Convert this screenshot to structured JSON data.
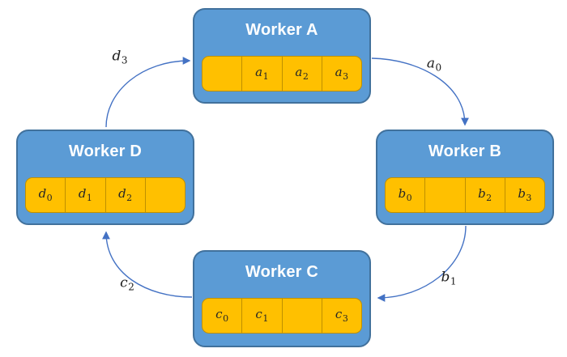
{
  "diagram": {
    "workers": [
      {
        "id": "A",
        "title": "Worker A",
        "cells": [
          {
            "base": "",
            "sub": ""
          },
          {
            "base": "a",
            "sub": "1"
          },
          {
            "base": "a",
            "sub": "2"
          },
          {
            "base": "a",
            "sub": "3"
          }
        ]
      },
      {
        "id": "B",
        "title": "Worker B",
        "cells": [
          {
            "base": "b",
            "sub": "0"
          },
          {
            "base": "",
            "sub": ""
          },
          {
            "base": "b",
            "sub": "2"
          },
          {
            "base": "b",
            "sub": "3"
          }
        ]
      },
      {
        "id": "C",
        "title": "Worker C",
        "cells": [
          {
            "base": "c",
            "sub": "0"
          },
          {
            "base": "c",
            "sub": "1"
          },
          {
            "base": "",
            "sub": ""
          },
          {
            "base": "c",
            "sub": "3"
          }
        ]
      },
      {
        "id": "D",
        "title": "Worker D",
        "cells": [
          {
            "base": "d",
            "sub": "0"
          },
          {
            "base": "d",
            "sub": "1"
          },
          {
            "base": "d",
            "sub": "2"
          },
          {
            "base": "",
            "sub": ""
          }
        ]
      }
    ],
    "arrows": [
      {
        "from": "Worker D",
        "to": "Worker A",
        "label": {
          "base": "d",
          "sub": "3"
        }
      },
      {
        "from": "Worker A",
        "to": "Worker B",
        "label": {
          "base": "a",
          "sub": "0"
        }
      },
      {
        "from": "Worker B",
        "to": "Worker C",
        "label": {
          "base": "b",
          "sub": "1"
        }
      },
      {
        "from": "Worker C",
        "to": "Worker D",
        "label": {
          "base": "c",
          "sub": "2"
        }
      }
    ]
  },
  "colors": {
    "box-fill": "#5B9BD5",
    "box-border": "#41719C",
    "cell-fill": "#FFC000",
    "cell-border": "#BF9000",
    "arrow": "#4472C4",
    "title-text": "#FFFFFF",
    "math-text": "#262626",
    "background": "#FFFFFF"
  }
}
